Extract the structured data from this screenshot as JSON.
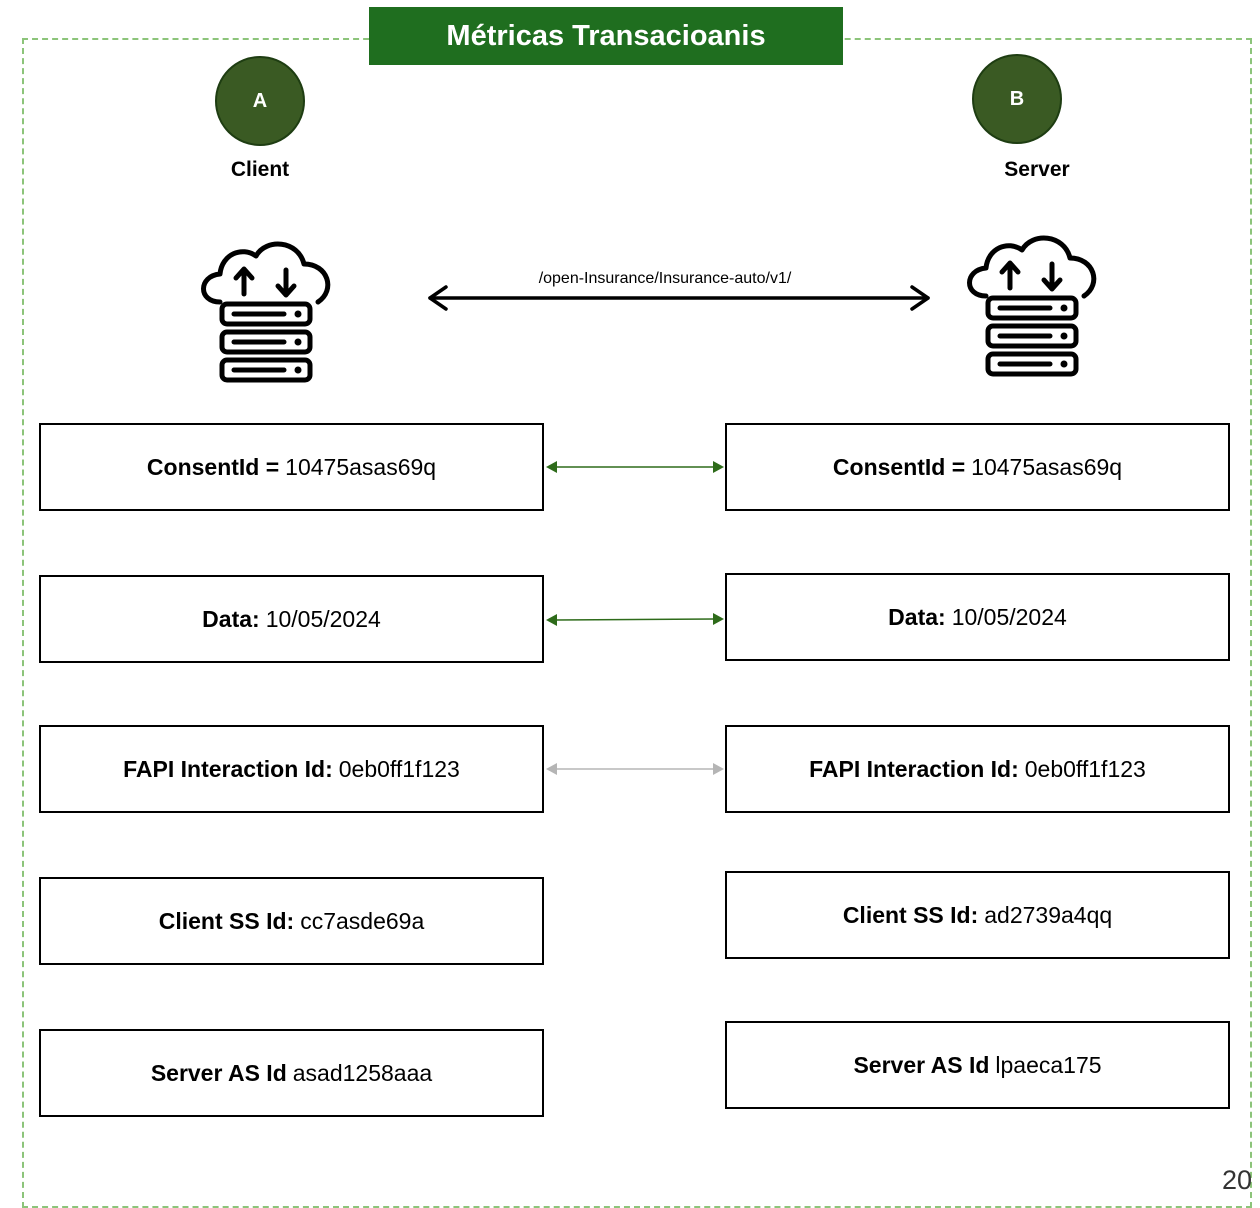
{
  "title": "Métricas Transacioanis",
  "client": {
    "letter": "A",
    "label": "Client"
  },
  "server": {
    "letter": "B",
    "label": "Server"
  },
  "endpoint": "/open-Insurance/Insurance-auto/v1/",
  "rows": [
    {
      "client": {
        "key": "ConsentId =",
        "value": "10475asas69q"
      },
      "server": {
        "key": "ConsentId =",
        "value": "10475asas69q"
      },
      "link_color": "#2e6b1a"
    },
    {
      "client": {
        "key": "Data:",
        "value": "10/05/2024"
      },
      "server": {
        "key": "Data:",
        "value": "10/05/2024"
      },
      "link_color": "#2e6b1a"
    },
    {
      "client": {
        "key": "FAPI Interaction Id:",
        "value": "0eb0ff1f123"
      },
      "server": {
        "key": "FAPI Interaction Id:",
        "value": "0eb0ff1f123"
      },
      "link_color": "#b5b5b5"
    },
    {
      "client": {
        "key": "Client SS Id:",
        "value": "cc7asde69a"
      },
      "server": {
        "key": "Client SS Id:",
        "value": "ad2739a4qq"
      }
    },
    {
      "client": {
        "key": "Server AS Id",
        "value": "asad1258aaa"
      },
      "server": {
        "key": "Server AS Id",
        "value": "lpaeca175"
      }
    }
  ],
  "page_number": "20",
  "colors": {
    "title_bg": "#1f6e1f",
    "node_fill": "#3a5a23",
    "frame": "#8cc47a"
  }
}
